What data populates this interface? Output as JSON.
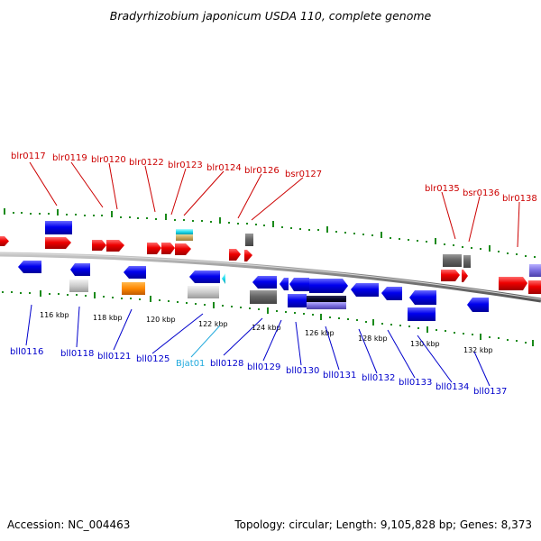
{
  "title": "Bradyrhizobium japonicum USDA 110, complete genome",
  "footer": {
    "accession": "Accession: NC_004463",
    "summary": "Topology: circular; Length: 9,105,828 bp; Genes: 8,373"
  },
  "colors": {
    "top_strand_label": "#cc0000",
    "bottom_strand_label": "#0000cc",
    "rna_label": "#22aadd",
    "tick": "#1a8a1a",
    "backbone": "#888888"
  },
  "scale_ticks": [
    {
      "kbp": 116,
      "label": "116 kbp"
    },
    {
      "kbp": 118,
      "label": "118 kbp"
    },
    {
      "kbp": 120,
      "label": "120 kbp"
    },
    {
      "kbp": 122,
      "label": "122 kbp"
    },
    {
      "kbp": 124,
      "label": "124 kbp"
    },
    {
      "kbp": 126,
      "label": "126 kbp"
    },
    {
      "kbp": 128,
      "label": "128 kbp"
    },
    {
      "kbp": 130,
      "label": "130 kbp"
    },
    {
      "kbp": 132,
      "label": "132 kbp"
    }
  ],
  "top_labels": [
    "blr0117",
    "blr0119",
    "blr0120",
    "blr0122",
    "blr0123",
    "blr0124",
    "blr0126",
    "bsr0127",
    "blr0135",
    "bsr0136",
    "blr0138"
  ],
  "bottom_labels": [
    "bll0116",
    "bll0118",
    "bll0121",
    "bll0125",
    "Bjat01",
    "bll0128",
    "bll0129",
    "bll0130",
    "bll0131",
    "bll0132",
    "bll0133",
    "bll0134",
    "bll0137"
  ]
}
